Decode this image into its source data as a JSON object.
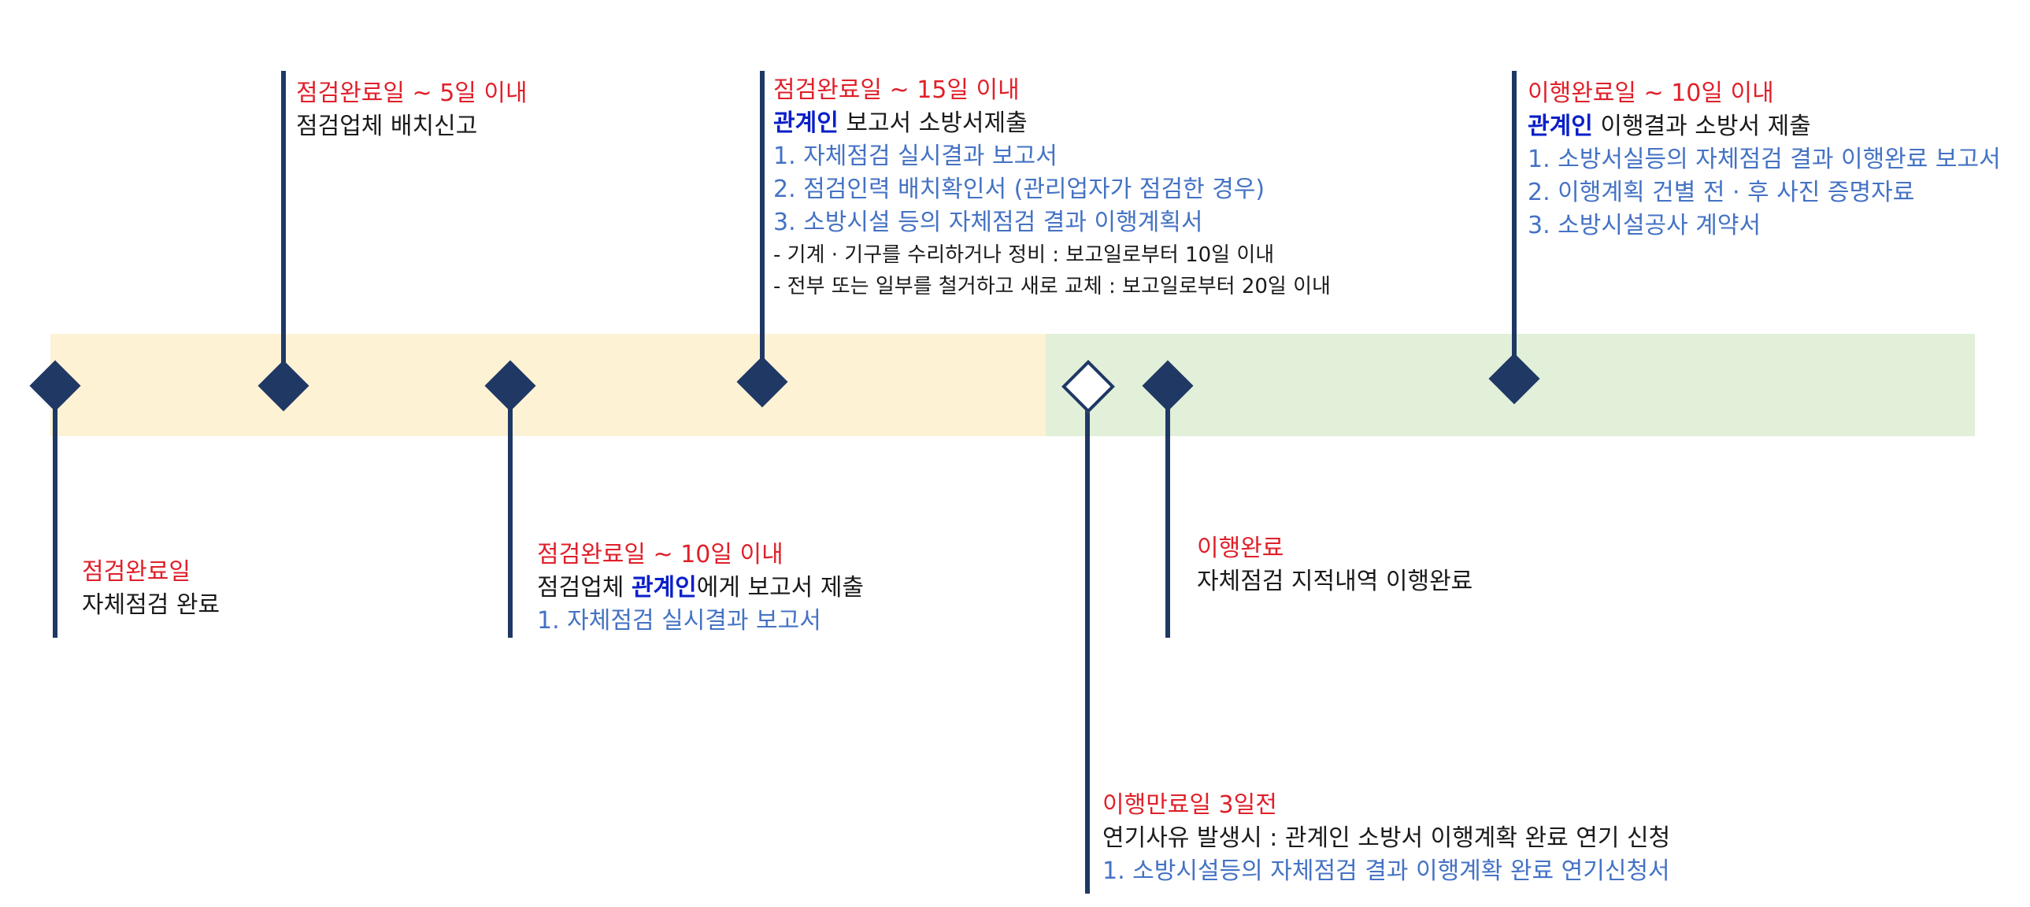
{
  "colors": {
    "marker": "#1f3864",
    "deadline": "#e0202a",
    "document": "#4472c4",
    "highlight": "#0a1fc8",
    "band_yellow": "#fdf2d4",
    "band_green": "#e2efd9"
  },
  "milestones": [
    {
      "deadline": "점검완료일",
      "desc": "자체점검 완료"
    },
    {
      "deadline": "점검완료일 ~ 5일 이내",
      "desc": "점검업체 배치신고"
    },
    {
      "deadline": "점검완료일 ~ 10일 이내",
      "desc_prefix": "점검업체 ",
      "desc_highlight": "관계인",
      "desc_suffix": "에게 보고서 제출",
      "docs": [
        "1. 자체점검 실시결과 보고서"
      ]
    },
    {
      "deadline": "점검완료일 ~ 15일 이내",
      "desc_highlight": "관계인",
      "desc_suffix": " 보고서 소방서제출",
      "docs": [
        "1. 자체점검 실시결과 보고서",
        "2. 점검인력 배치확인서 (관리업자가 점검한 경우)",
        "3. 소방시설 등의 자체점검 결과 이행계획서"
      ],
      "notes": [
        "- 기계 · 기구를 수리하거나 정비 : 보고일로부터 10일 이내",
        "- 전부 또는 일부를 철거하고 새로 교체 : 보고일로부터 20일 이내"
      ]
    },
    {
      "deadline": "이행만료일 3일전",
      "desc": "연기사유 발생시 : 관계인 소방서 이행계확 완료 연기 신청",
      "docs": [
        "1. 소방시설등의 자체점검 결과 이행계확 완료 연기신청서"
      ]
    },
    {
      "deadline": "이행완료",
      "desc": "자체점검 지적내역 이행완료"
    },
    {
      "deadline": "이행완료일 ~ 10일 이내",
      "desc_highlight": "관계인",
      "desc_suffix": " 이행결과 소방서 제출",
      "docs": [
        "1. 소방서실등의 자체점검 결과 이행완료 보고서",
        "2. 이행계획 건별 전 · 후 사진 증명자료",
        "3. 소방시설공사 계약서"
      ]
    }
  ]
}
